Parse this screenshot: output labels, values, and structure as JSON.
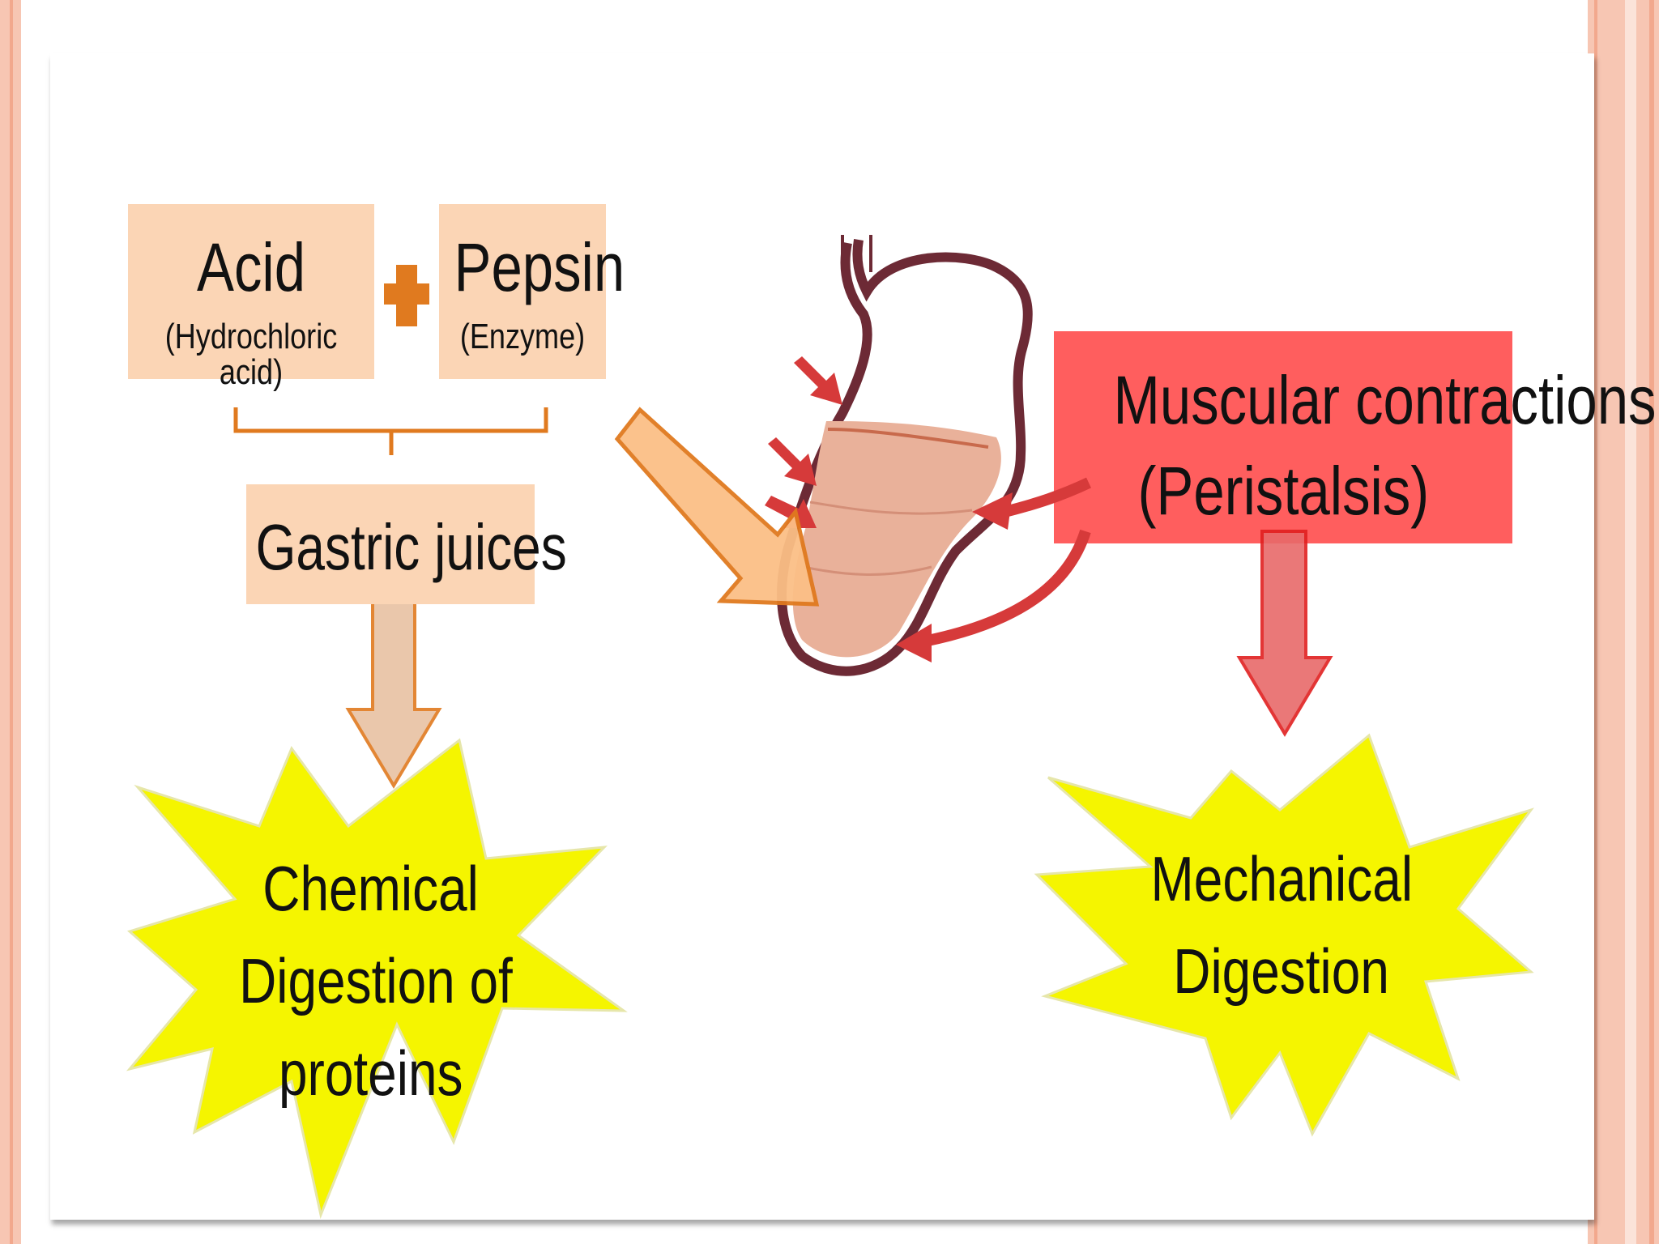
{
  "acid": {
    "title": "Acid",
    "subtitle": "(Hydrochloric acid)"
  },
  "pepsin": {
    "title": "Pepsin",
    "subtitle": "(Enzyme)"
  },
  "gastric": {
    "label": "Gastric juices"
  },
  "muscular": {
    "line1": "Muscular contractions",
    "line2": "(Peristalsis)"
  },
  "chemical": {
    "line1": "Chemical",
    "line2": "Digestion of",
    "line3": "proteins"
  },
  "mechanical": {
    "line1": "Mechanical",
    "line2": "Digestion"
  },
  "colors": {
    "box_fill": "#fbd5b5",
    "plus": "#e07a1f",
    "muscular_fill": "#ff5e5e",
    "starburst": "#f5f500",
    "frame": "#f7c6b3"
  }
}
